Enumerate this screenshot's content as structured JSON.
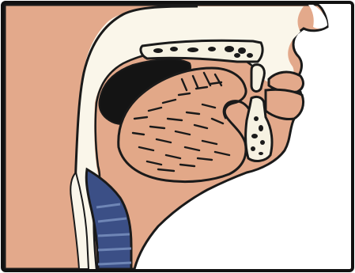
{
  "diagram": {
    "colors": {
      "frame": "#111111",
      "background": "#ffffff",
      "skin": "#e3a98b",
      "skin_dark": "#d6977a",
      "cavity": "#faf6ea",
      "tongue": "#e2a888",
      "soft_palate_shadow": "#141414",
      "trachea_blue": "#3b4f86",
      "trachea_light": "#6f86b6",
      "bone": "#f6f2e2",
      "bone_spots": "#1a1a1a",
      "line": "#1a1a1a"
    },
    "structures": [
      "nasal-cavity",
      "hard-palate",
      "soft-palate",
      "tongue",
      "upper-lip",
      "lower-lip",
      "upper-tooth",
      "lower-tooth",
      "jaw-bone",
      "pharynx",
      "trachea"
    ]
  }
}
